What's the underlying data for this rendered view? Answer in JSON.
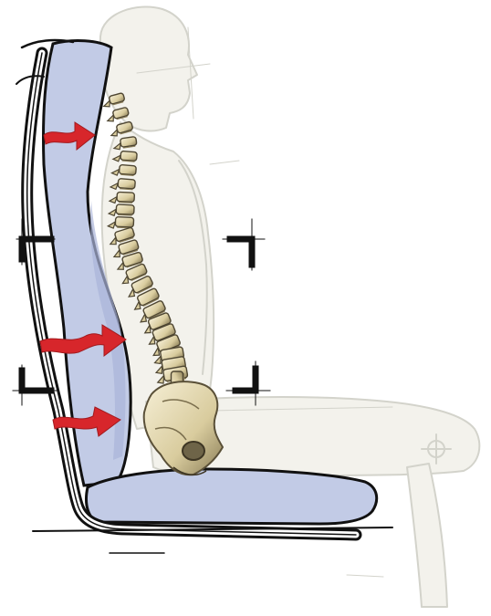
{
  "figure": {
    "subject": "seated-posture-spine-support",
    "colors": {
      "background": "#ffffff",
      "cushion_fill": "#c2cbe6",
      "cushion_shadow": "#a9b4d8",
      "frame_stroke": "#111111",
      "ghost_stroke": "#d6d6cf",
      "ghost_fill": "#f3f2ec",
      "bone_light": "#f2ead0",
      "bone_mid": "#d9cc9e",
      "bone_dark": "#6e6448",
      "arrow_red": "#d7262b",
      "crop_mark": "#111111"
    },
    "arrows": [
      {
        "id": "upper-back",
        "level": "thoracic"
      },
      {
        "id": "mid-back",
        "level": "lumbar"
      },
      {
        "id": "lower-back",
        "level": "sacral"
      }
    ],
    "vertebra_count": 24
  }
}
